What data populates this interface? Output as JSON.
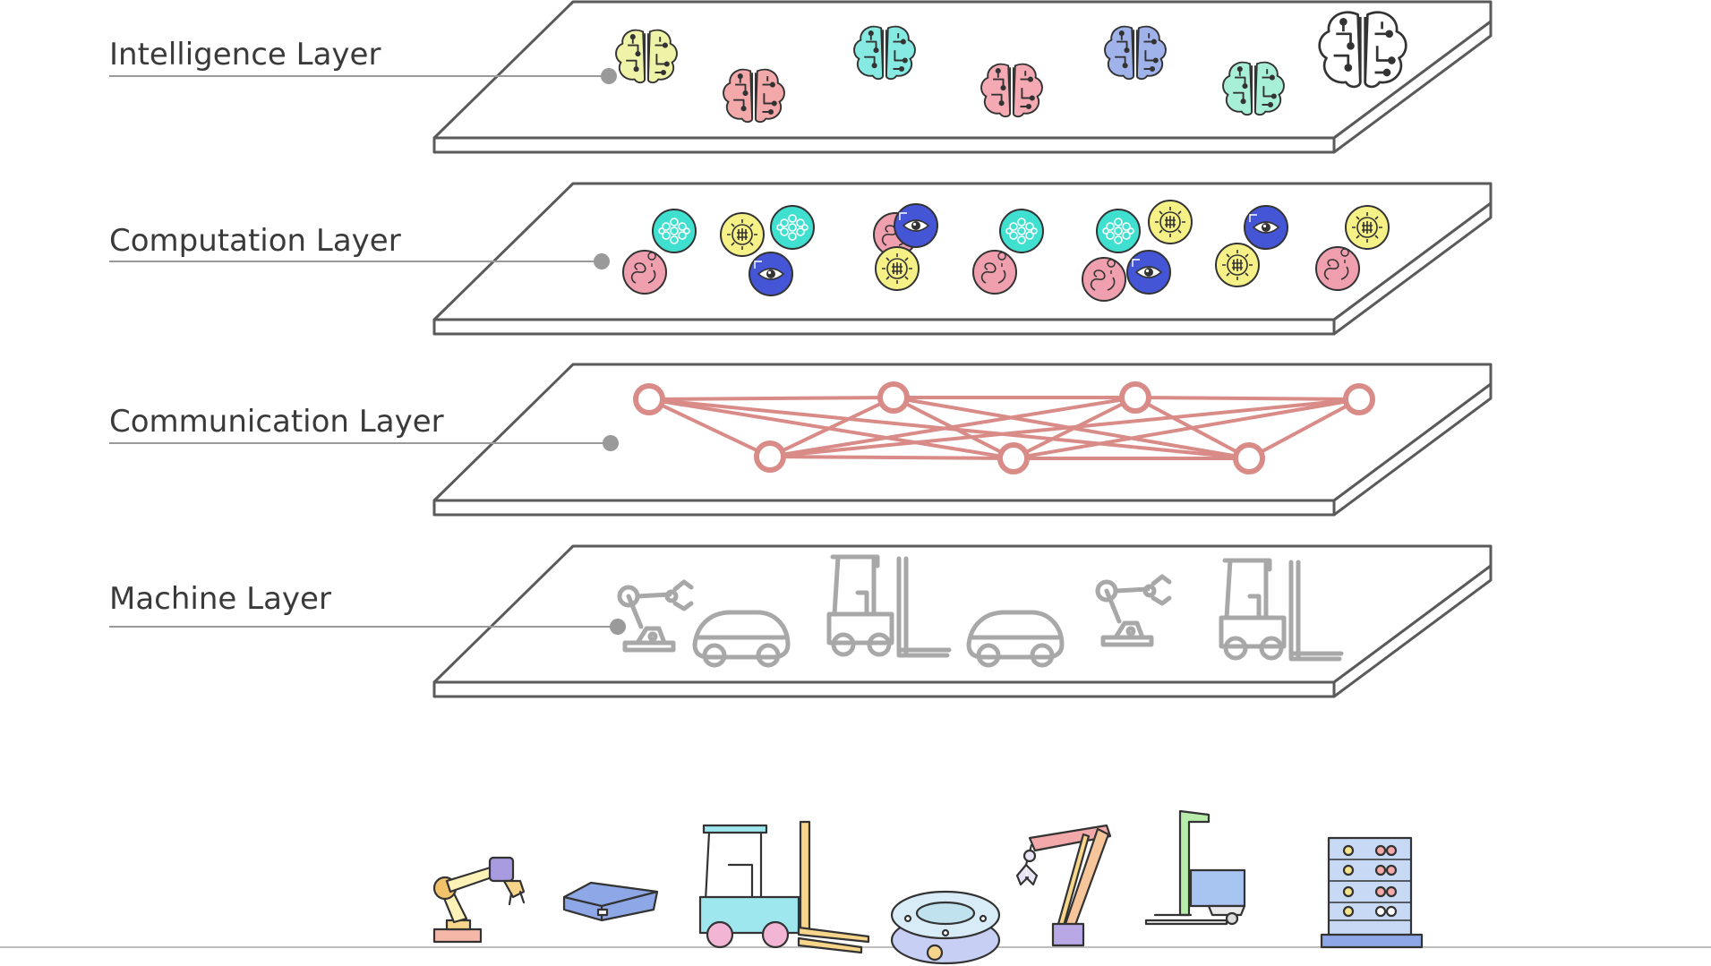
{
  "diagram": {
    "layers": [
      {
        "label": "Intelligence Layer"
      },
      {
        "label": "Computation Layer"
      },
      {
        "label": "Communication Layer"
      },
      {
        "label": "Machine Layer"
      }
    ],
    "colors": {
      "plate_stroke": "#5a5a5a",
      "leader": "#9a9a9a",
      "network": "#d98b88",
      "machine_outline": "#a8a8a8",
      "ground": "#bdbdbd",
      "brain_fills": [
        "#eef3a8",
        "#f3a9a9",
        "#86e9e2",
        "#f4a9b3",
        "#9fb2ea",
        "#a8efd8",
        "#ffffff"
      ],
      "compute_fills": {
        "network": "#3fe0cf",
        "gear": "#f6f187",
        "eye": "#4455d6",
        "track": "#ef9fae"
      }
    },
    "intelligence_icons": [
      "brain-icon",
      "brain-icon",
      "brain-icon",
      "brain-icon",
      "brain-icon",
      "brain-icon",
      "brain-icon"
    ],
    "computation_icons": [
      "neural-net-icon",
      "route-icon",
      "gear-chip-icon",
      "neural-net-icon",
      "eye-icon",
      "route-icon",
      "eye-icon",
      "gear-chip-icon",
      "route-icon",
      "neural-net-icon",
      "neural-net-icon",
      "gear-chip-icon",
      "route-icon",
      "eye-icon",
      "eye-icon",
      "gear-chip-icon",
      "gear-chip-icon",
      "route-icon"
    ],
    "network_nodes": 7,
    "machine_icons": [
      "robot-arm-icon",
      "agv-icon",
      "forklift-icon",
      "agv-icon",
      "robot-arm-icon",
      "forklift-icon"
    ],
    "ground_machines": [
      "robot-arm-icon",
      "mobile-robot-icon",
      "forklift-icon",
      "round-robot-icon",
      "gripper-arm-icon",
      "pallet-stacker-icon",
      "control-cabinet-icon"
    ]
  }
}
